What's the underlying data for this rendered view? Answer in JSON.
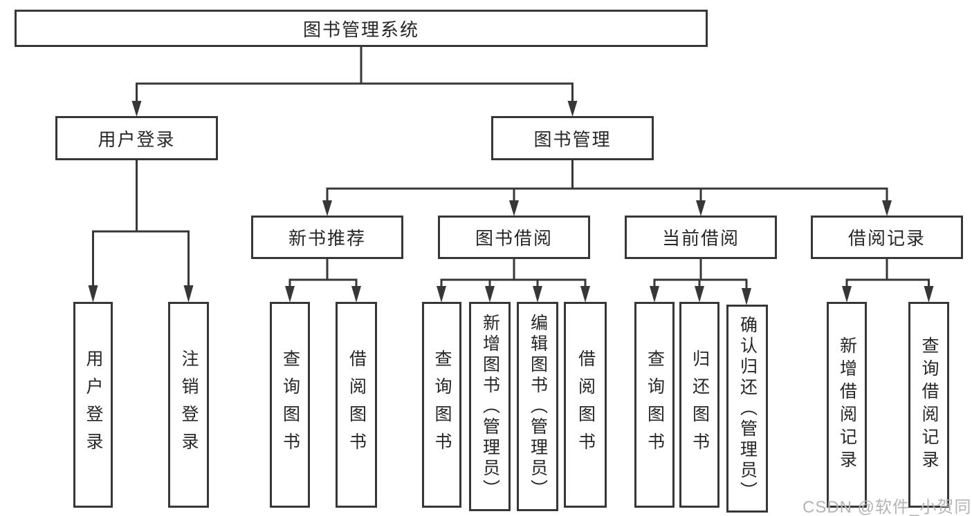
{
  "tree": {
    "root": {
      "label": "图书管理系统"
    },
    "branches": [
      {
        "label": "用户登录",
        "children": [
          {
            "label": "用户登录"
          },
          {
            "label": "注销登录"
          }
        ]
      },
      {
        "label": "图书管理",
        "children": [
          {
            "label": "新书推荐",
            "children": [
              {
                "label": "查询图书"
              },
              {
                "label": "借阅图书"
              }
            ]
          },
          {
            "label": "图书借阅",
            "children": [
              {
                "label": "查询图书"
              },
              {
                "label": "新增图书（管理员）"
              },
              {
                "label": "编辑图书（管理员）"
              },
              {
                "label": "借阅图书"
              }
            ]
          },
          {
            "label": "当前借阅",
            "children": [
              {
                "label": "查询图书"
              },
              {
                "label": "归还图书"
              },
              {
                "label": "确认归还（管理员）"
              }
            ]
          },
          {
            "label": "借阅记录",
            "children": [
              {
                "label": "新增借阅记录"
              },
              {
                "label": "查询借阅记录"
              }
            ]
          }
        ]
      }
    ]
  },
  "watermark": "CSDN @软件_小贺同学",
  "colors": {
    "line": "#373737",
    "text": "#262626",
    "watermark": "#b4b4b4",
    "background": "#ffffff"
  }
}
